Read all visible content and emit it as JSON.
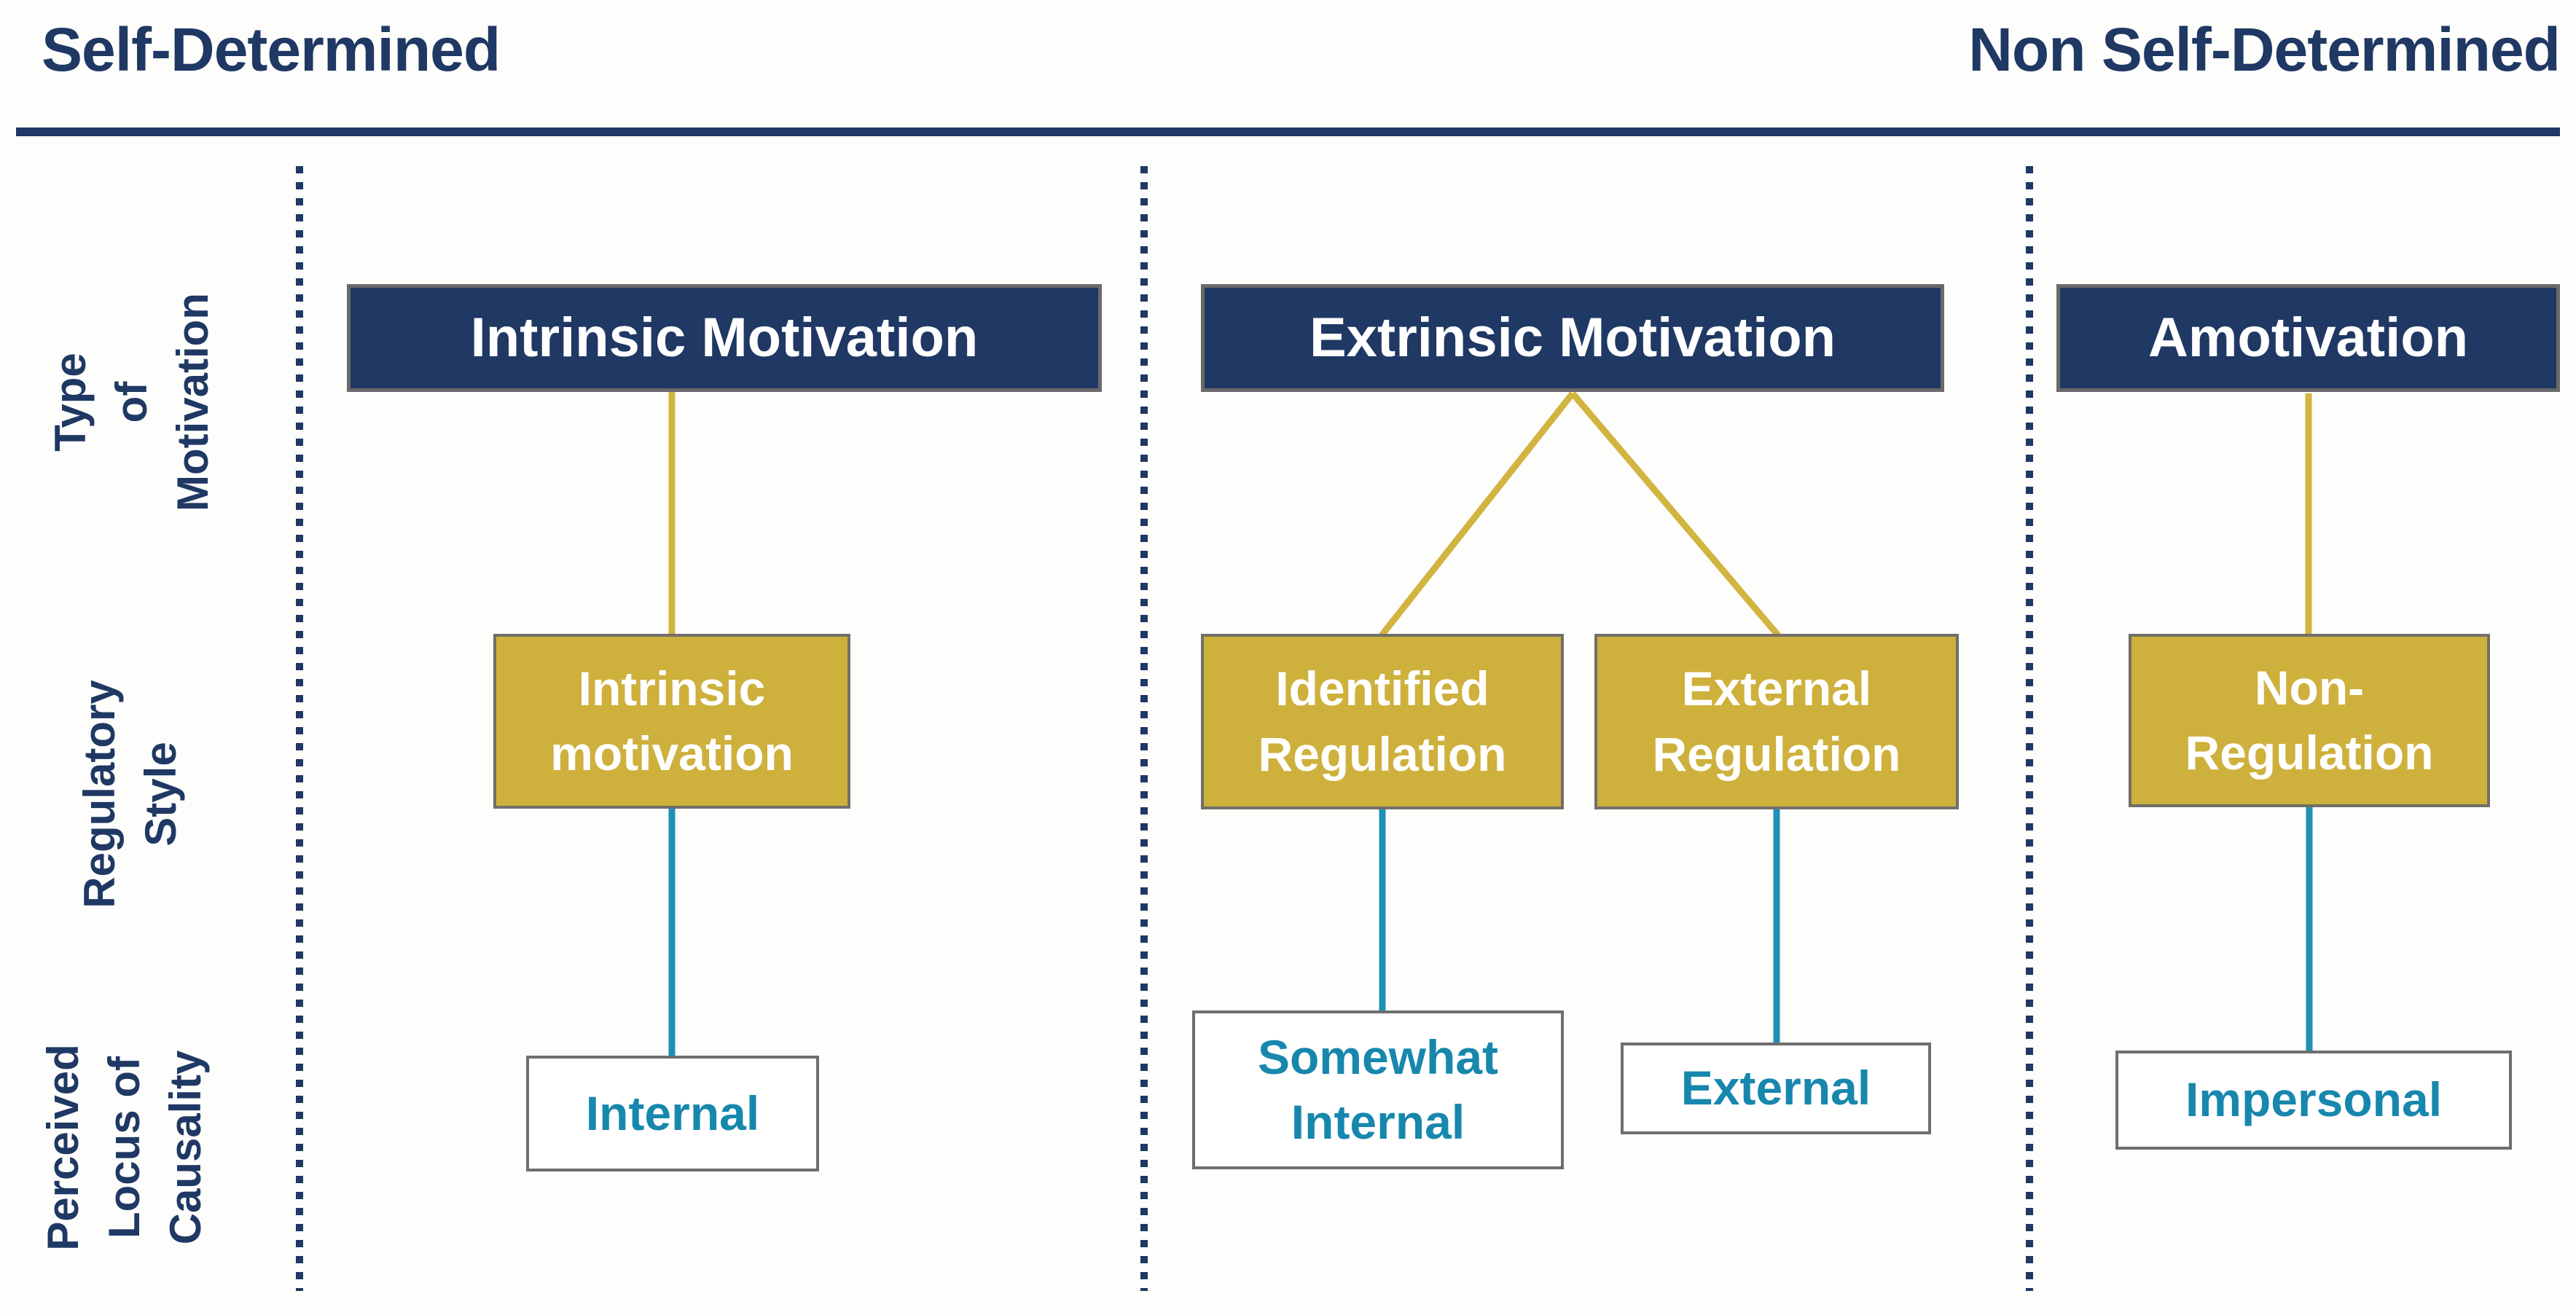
{
  "header": {
    "left": "Self-Determined",
    "right": "Non Self-Determined"
  },
  "side_labels": {
    "type_of_motivation": {
      "l1": "Type",
      "l2": "of",
      "l3": "Motivation"
    },
    "regulatory_style": {
      "l1": "Regulatory",
      "l2": "Style"
    },
    "perceived_locus": {
      "l1": "Perceived",
      "l2": "Locus of",
      "l3": "Causality"
    }
  },
  "columns": {
    "intrinsic": {
      "type_box": "Intrinsic Motivation",
      "regulatory_box": {
        "l1": "Intrinsic",
        "l2": "motivation"
      },
      "locus_box": "Internal"
    },
    "extrinsic": {
      "type_box": "Extrinsic Motivation",
      "regulatory_box_identified": {
        "l1": "Identified",
        "l2": "Regulation"
      },
      "regulatory_box_external": {
        "l1": "External",
        "l2": "Regulation"
      },
      "locus_box_somewhat_internal": {
        "l1": "Somewhat",
        "l2": "Internal"
      },
      "locus_box_external": "External"
    },
    "amotivation": {
      "type_box": "Amotivation",
      "regulatory_box": {
        "l1": "Non-",
        "l2": "Regulation"
      },
      "locus_box": "Impersonal"
    }
  },
  "colors": {
    "navy": "#1F3864",
    "gold": "#CEB03C",
    "gold_line": "#D2B440",
    "teal_line": "#1D90B5",
    "teal_text": "#1787AD",
    "border_gray": "#6E6E6E"
  }
}
